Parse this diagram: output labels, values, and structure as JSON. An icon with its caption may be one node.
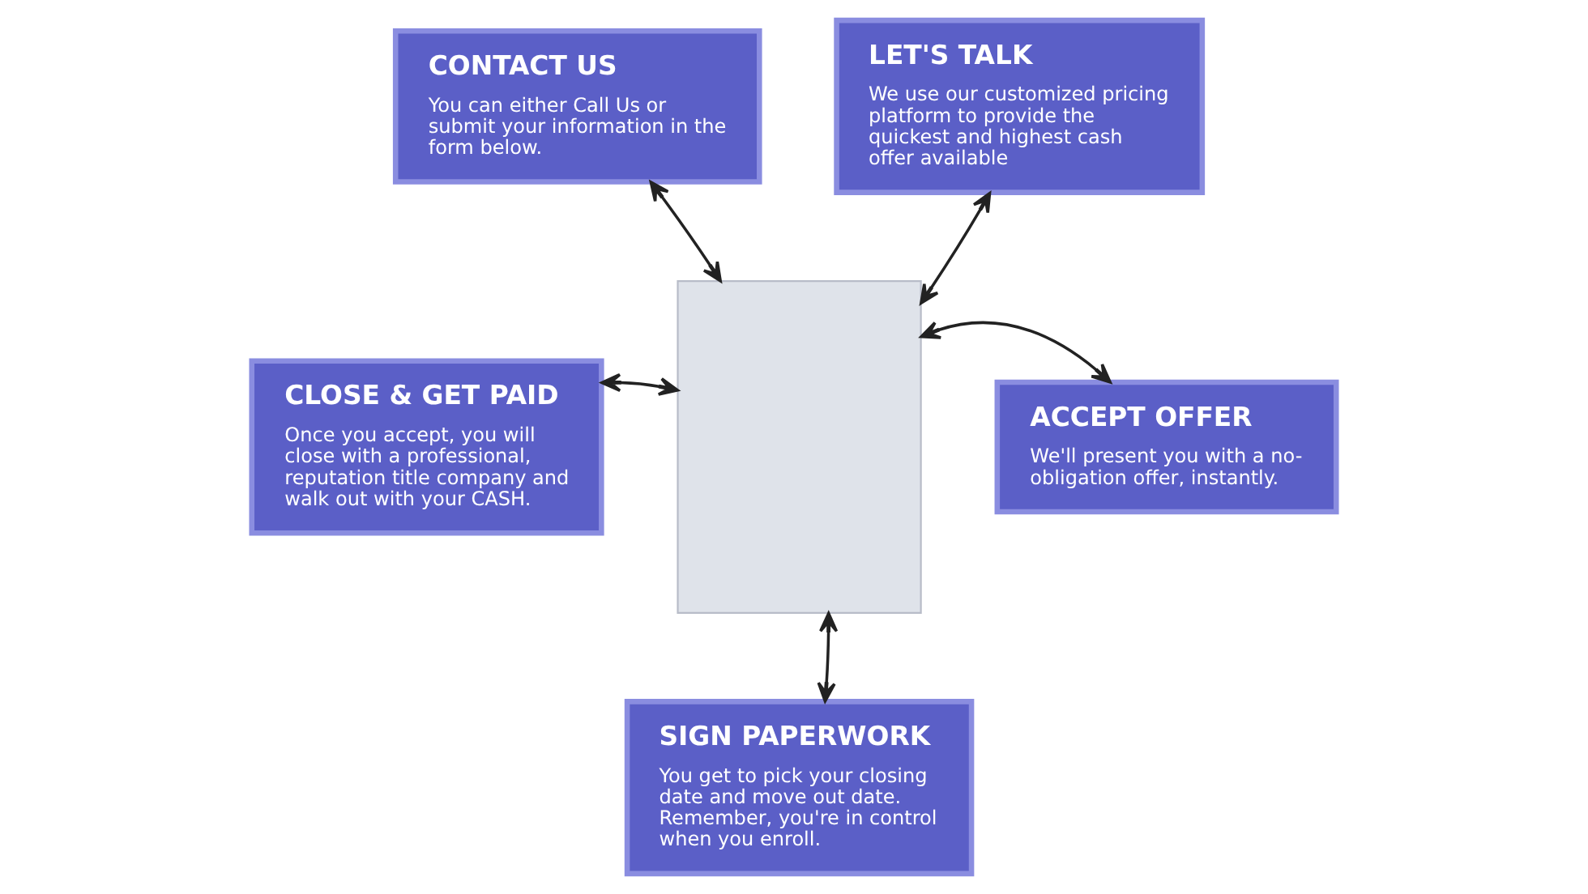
{
  "diagram": {
    "nodes": [
      {
        "text": [
          "CONTACT US",
          "You can either Call Us or submit your information in the form below."
        ]
      },
      {
        "text": [
          "LET'S TALK",
          "We use our customized pricing platform to provide the quickest and highest cash offer available"
        ]
      },
      {
        "text": [],
        "shape": "box"
      },
      {
        "text": [
          "CLOSE & GET PAID",
          "Once you accept, you will close with a professional, reputation title company and walk out with your CASH."
        ]
      },
      {
        "text": [
          "ACCEPT OFFER",
          "We'll present you with a no-obligation offer, instantly."
        ]
      },
      {
        "text": [
          "SIGN PAPERWORK",
          "You get to pick your closing date and move out date. Remember, you're in control when you enroll."
        ]
      }
    ],
    "edges": [
      {
        "from": 2,
        "to": 0,
        "arrow": "both"
      },
      {
        "from": 2,
        "to": 1,
        "arrow": "both"
      },
      {
        "from": 2,
        "to": 3,
        "arrow": "both"
      },
      {
        "from": 2,
        "to": 4,
        "arrow": "both"
      },
      {
        "from": 2,
        "to": 5,
        "arrow": "both"
      }
    ]
  }
}
